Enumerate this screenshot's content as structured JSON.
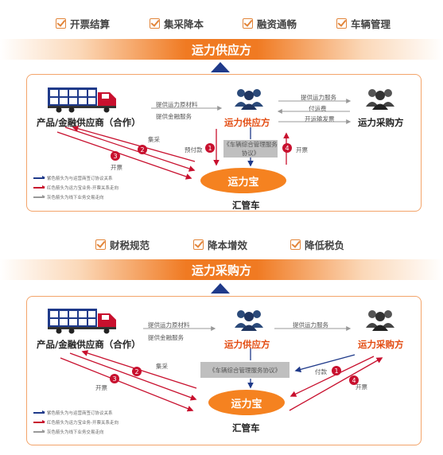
{
  "top": {
    "benefits": [
      "开票结算",
      "集采降本",
      "融资通畅",
      "车辆管理"
    ],
    "banner": "运力供应方",
    "nodes": {
      "supplier": "产品/金融供应商（合作）",
      "provider": "运力供应方",
      "buyer": "运力采购方",
      "hub": "运力宝",
      "fleet": "汇管车"
    },
    "agreement": "《车辆综合管理服务协议》",
    "flow_labels": {
      "material": "提供运力原材料",
      "finance": "提供金融服务",
      "service": "提供运力服务",
      "pay_freight": "付运费",
      "invoice_issue": "开运输发票",
      "collect": "集采",
      "invoice_left": "开票",
      "prepay": "预付款",
      "invoice_right": "开票"
    },
    "badges": [
      "1",
      "2",
      "3",
      "4"
    ],
    "legend": [
      "紫色箭头为与运营商签订协议关系",
      "红色箭头为运力宝业务-开票关系走向",
      "灰色箭头为线下业务交易走向"
    ]
  },
  "bottom": {
    "benefits": [
      "财税规范",
      "降本增效",
      "降低税负"
    ],
    "banner": "运力采购方",
    "nodes": {
      "supplier": "产品/金融供应商（合作）",
      "provider": "运力供应方",
      "buyer": "运力采购方",
      "hub": "运力宝",
      "fleet": "汇管车"
    },
    "agreement": "《车辆综合管理服务协议》",
    "flow_labels": {
      "material": "提供运力原材料",
      "finance": "提供金融服务",
      "service": "提供运力服务",
      "collect": "集采",
      "invoice_left": "开票",
      "pay": "付款",
      "invoice_right": "开票"
    },
    "badges": [
      "1",
      "2",
      "3",
      "4"
    ],
    "legend": [
      "紫色箭头为与运营商签订协议关系",
      "红色箭头为运力宝业务-开票关系走向",
      "灰色箭头为线下业务交易走向"
    ]
  },
  "colors": {
    "accent": "#f07a22",
    "red_arrow": "#c8102e",
    "navy_arrow": "#1f3a8a",
    "grey_arrow": "#999999"
  },
  "icons": {
    "truck": "truck-icon",
    "people": "people-group-icon"
  }
}
